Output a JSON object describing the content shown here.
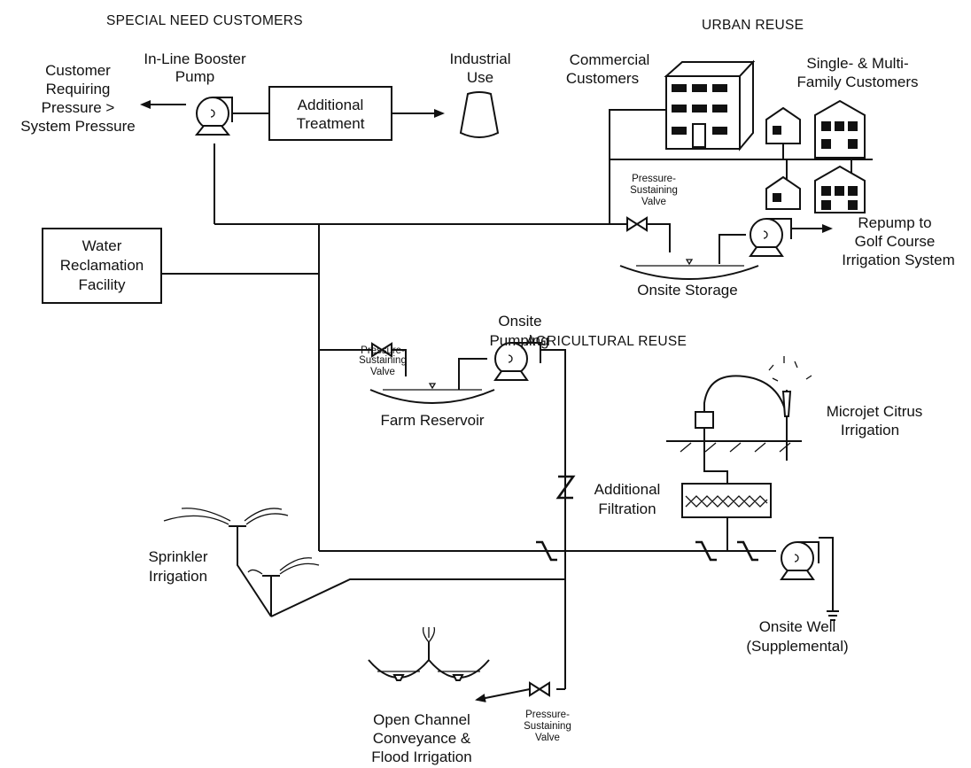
{
  "sections": {
    "special": "SPECIAL NEED CUSTOMERS",
    "urban": "URBAN REUSE",
    "agricultural": "AGRICULTURAL REUSE"
  },
  "labels": {
    "booster_pump": [
      "In-Line Booster",
      "Pump"
    ],
    "customer_pressure": [
      "Customer",
      "Requiring",
      "Pressure >",
      "System Pressure"
    ],
    "additional_treatment": [
      "Additional",
      "Treatment"
    ],
    "industrial_use": [
      "Industrial",
      "Use"
    ],
    "commercial": [
      "Commercial",
      "Customers"
    ],
    "family": [
      "Single- & Multi-",
      "Family Customers"
    ],
    "psv_urban": [
      "Pressure-",
      "Sustaining",
      "Valve"
    ],
    "repump": [
      "Repump to",
      "Golf Course",
      "Irrigation System"
    ],
    "onsite_storage": "Onsite Storage",
    "facility": [
      "Water",
      "Reclamation",
      "Facility"
    ],
    "psv_farm": [
      "Pressure-",
      "Sustaining",
      "Valve"
    ],
    "onsite_pumping": [
      "Onsite",
      "Pumping"
    ],
    "farm_reservoir": "Farm Reservoir",
    "additional_filtration": [
      "Additional",
      "Filtration"
    ],
    "microjet": [
      "Microjet Citrus",
      "Irrigation"
    ],
    "sprinkler": [
      "Sprinkler",
      "Irrigation"
    ],
    "onsite_well": [
      "Onsite Well",
      "(Supplemental)"
    ],
    "open_channel": [
      "Open Channel",
      "Conveyance &",
      "Flood Irrigation"
    ],
    "psv_channel": [
      "Pressure-",
      "Sustaining",
      "Valve"
    ]
  }
}
